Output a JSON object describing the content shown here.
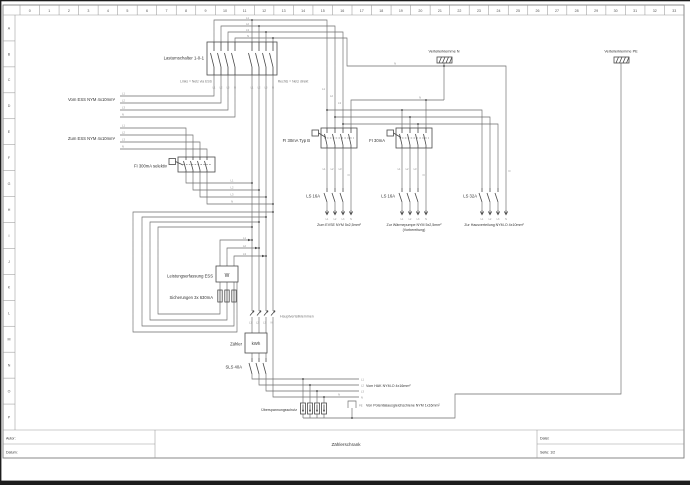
{
  "colors": {
    "wire": "#6b6b6b",
    "comp": "#4a4a4a",
    "text": "#333333",
    "tag": "#8a8a8a",
    "frame": "#9a9a9a",
    "dim": "#777777"
  },
  "ruler": {
    "cols": [
      "0",
      "1",
      "2",
      "3",
      "4",
      "5",
      "6",
      "7",
      "8",
      "9",
      "10",
      "11",
      "12",
      "13",
      "14",
      "15",
      "16",
      "17",
      "18",
      "19",
      "20",
      "21",
      "22",
      "23",
      "24",
      "25",
      "26",
      "27",
      "28",
      "29",
      "30",
      "31",
      "32",
      "33"
    ],
    "rows": [
      "A",
      "B",
      "C",
      "D",
      "E",
      "F",
      "G",
      "H",
      "I",
      "J",
      "K",
      "L",
      "M",
      "N",
      "O",
      "P"
    ]
  },
  "title_block": {
    "autor": "Autor:",
    "datum": "Datum:",
    "title": "Zählerschrank",
    "datei": "Datei:",
    "seite": "Seite: 1/2"
  },
  "tags": {
    "phases4": [
      "L1",
      "L2",
      "L3",
      "N"
    ],
    "phases3": [
      "L1",
      "L2",
      "L3"
    ],
    "n": "N",
    "pe": "PE"
  },
  "labels": {
    "lastumschalter": "Lastumschalter 1-0-1",
    "links_netz": "Links = Netz via ESS",
    "rechts_netz": "Rechts = Netz direkt",
    "vom_ess": "Vom ESS NYM 4x10mm²",
    "zum_ess": "Zum ESS NYM 4x10mm²",
    "fi300": "FI 300mA selektiv",
    "fi30_typb": "FI 30mA Typ B",
    "fi30": "FI 30mA",
    "ls16_1": "LS 16A",
    "ls16_2": "LS 16A",
    "ls32": "LS 32A",
    "zum_evse": "Zum EVSE NYM 5x2,5mm²",
    "zur_wp": "Zur Wärmepumpe NYM 5x2,5mm²",
    "zur_wp2": "(Vorbereitung)",
    "zur_hv": "Zur Hausverteilung NYM-O 4x10mm²",
    "vk_n": "Verteilerklemme N",
    "vk_pe": "Verteilerklemme PE",
    "leistungserfassung": "Leistungserfassung ESS",
    "w": "W",
    "sicherungen": "Sicherungen 3x 630mA",
    "hauptverteilklemmen": "Hauptverteilklemmen",
    "zaehler": "Zähler",
    "kwh": "kWh",
    "sls": "SLS 40A",
    "vom_hak": "Vom HAK NYM-O 4x16mm²",
    "von_pot": "Von Potentialausgleichschiene NYM 1x16mm²",
    "ueberspannung": "Überspannungsschutz"
  }
}
